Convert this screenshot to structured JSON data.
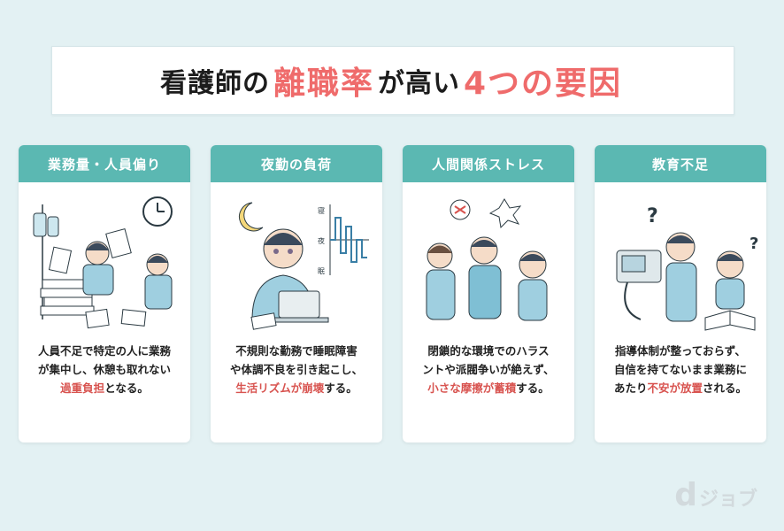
{
  "title": {
    "part1": "看護師の",
    "highlight1": "離職率",
    "part2": "が高い",
    "highlight2": "4つの要因"
  },
  "cards": [
    {
      "header": "業務量・人員偏り",
      "line1": "人員不足で特定の人に業務",
      "line2": "が集中し、休憩も取れない",
      "line3_red": "過重負担",
      "line3_rest": "となる。"
    },
    {
      "header": "夜勤の負荷",
      "line1": "不規則な勤務で睡眠障害",
      "line2": "や体調不良を引き起こし、",
      "line3_red": "生活リズムが崩壊",
      "line3_rest": "する。",
      "chart_labels": [
        "寝",
        "夜",
        "眠"
      ]
    },
    {
      "header": "人間関係ストレス",
      "line1": "閉鎖的な環境でのハラス",
      "line2": "ントや派閥争いが絶えず、",
      "line3_red": "小さな摩擦が蓄積",
      "line3_rest": "する。"
    },
    {
      "header": "教育不足",
      "line1": "指導体制が整っておらず、",
      "line2": "自信を持てないまま業務に",
      "line3_pre": "あたり",
      "line3_red": "不安が放置",
      "line3_rest": "される。"
    }
  ],
  "logo": {
    "letter": "d",
    "text": "ジョブ"
  },
  "colors": {
    "teal": "#5bb8b2",
    "accent": "#ef6b6b",
    "bg": "#e3f1f3"
  }
}
